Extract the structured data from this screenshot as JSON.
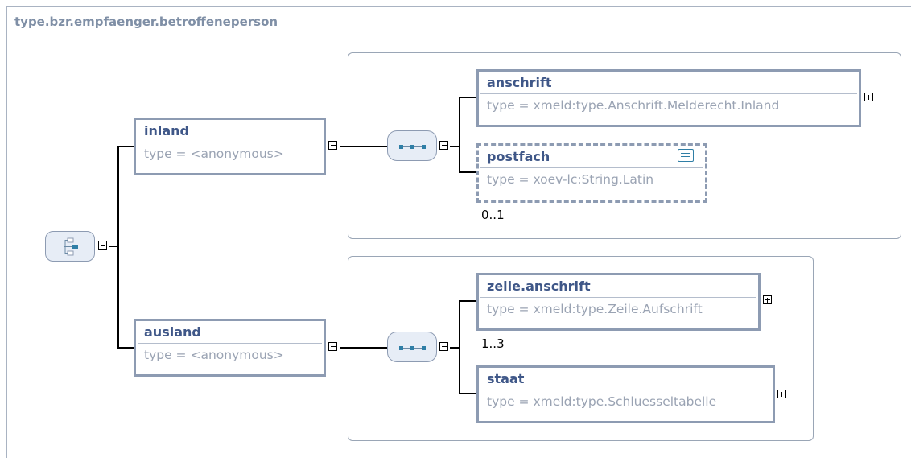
{
  "diagram": {
    "title": "type.bzr.empfaenger.betroffeneperson",
    "elements": {
      "inland": {
        "name": "inland",
        "type": "type = <anonymous>"
      },
      "ausland": {
        "name": "ausland",
        "type": "type = <anonymous>"
      },
      "anschrift": {
        "name": "anschrift",
        "type": "type = xmeld:type.Anschrift.Melderecht.Inland"
      },
      "postfach": {
        "name": "postfach",
        "type": "type = xoev-lc:String.Latin",
        "occurrence": "0..1"
      },
      "zeile_anschrift": {
        "name": "zeile.anschrift",
        "type": "type = xmeld:type.Zeile.Aufschrift",
        "occurrence": "1..3"
      },
      "staat": {
        "name": "staat",
        "type": "type = xmeld:type.Schluesseltabelle"
      }
    },
    "colors": {
      "border": "#8d9bb2",
      "name_text": "#3f5788",
      "type_text": "#9aa3b3",
      "compositor_fill": "#e7edf6",
      "accent": "#2f7ea6"
    },
    "icons": {
      "choice": "choice-compositor-icon",
      "sequence": "sequence-compositor-icon",
      "collapse": "minus-box-icon",
      "expand": "plus-box-icon",
      "documentation": "documentation-icon"
    }
  }
}
